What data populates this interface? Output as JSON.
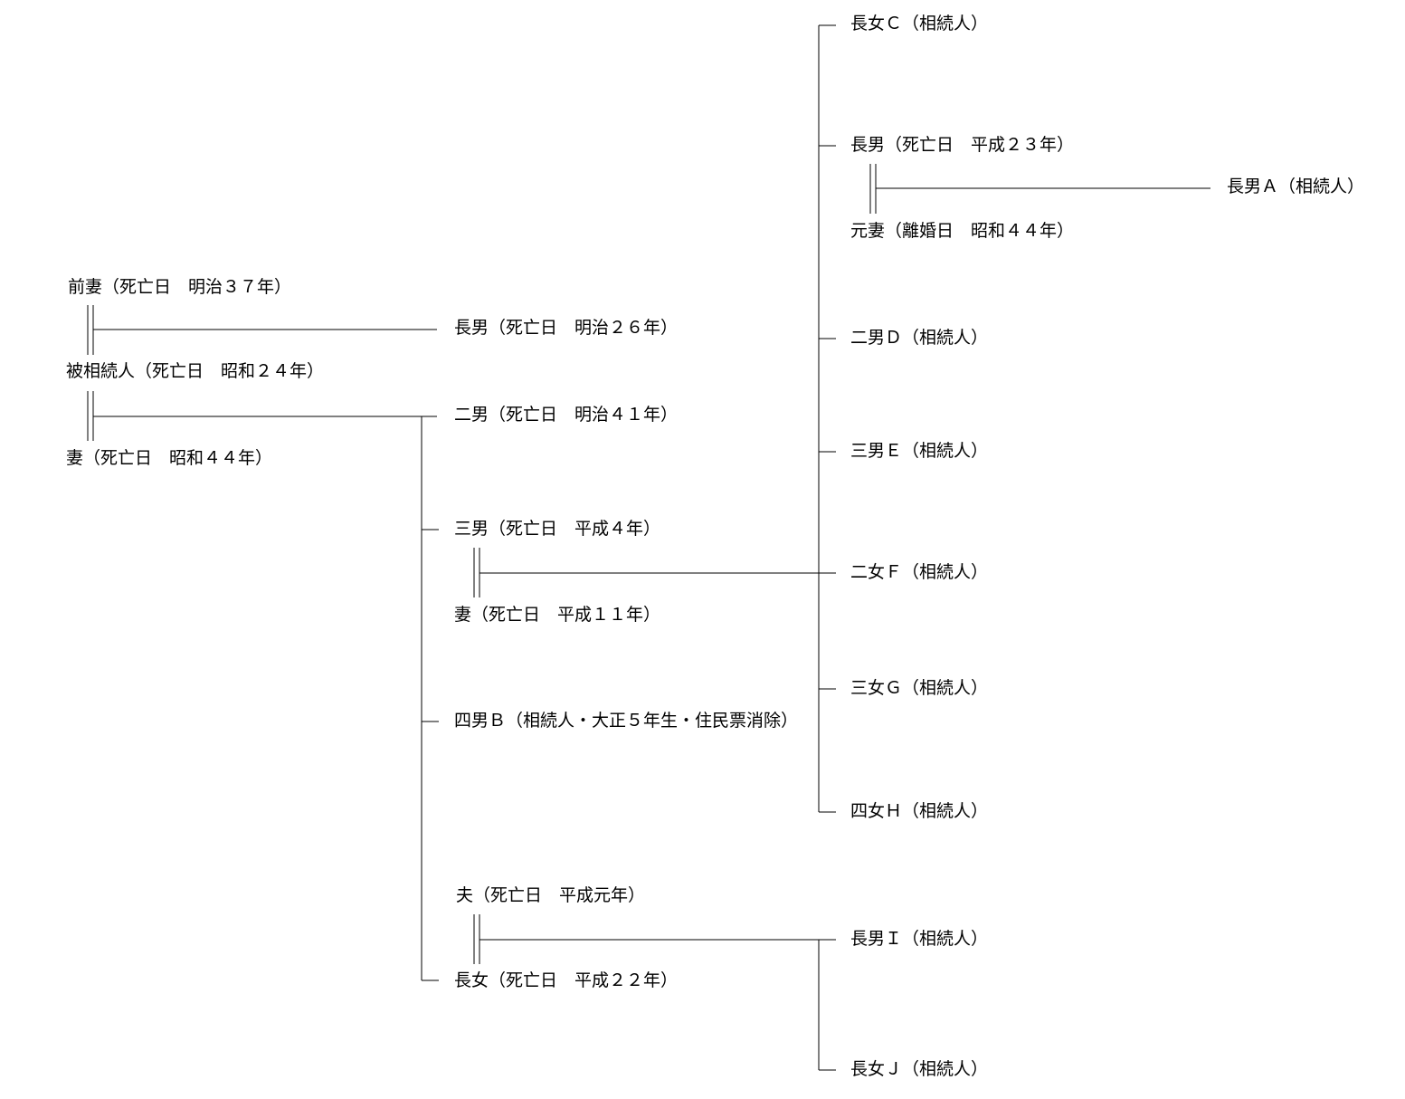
{
  "persons": {
    "former_wife": "前妻（死亡日　明治３７年）",
    "decedent": "被相続人（死亡日　昭和２４年）",
    "wife": "妻（死亡日　昭和４４年）",
    "first_son": "長男（死亡日　明治２６年）",
    "second_son": "二男（死亡日　明治４１年）",
    "third_son": "三男（死亡日　平成４年）",
    "third_son_wife": "妻（死亡日　平成１１年）",
    "fourth_son_b": "四男Ｂ（相続人・大正５年生・住民票消除）",
    "husband": "夫（死亡日　平成元年）",
    "eldest_daughter": "長女（死亡日　平成２２年）",
    "eldest_daughter_c": "長女Ｃ（相続人）",
    "grand_eldest_son": "長男（死亡日　平成２３年）",
    "former_wife_2": "元妻（離婚日　昭和４４年）",
    "eldest_son_a": "長男Ａ（相続人）",
    "second_son_d": "二男Ｄ（相続人）",
    "third_son_e": "三男Ｅ（相続人）",
    "second_daughter_f": "二女Ｆ（相続人）",
    "third_daughter_g": "三女Ｇ（相続人）",
    "fourth_daughter_h": "四女Ｈ（相続人）",
    "eldest_son_i": "長男Ｉ（相続人）",
    "eldest_daughter_j": "長女Ｊ（相続人）"
  },
  "colors": {
    "line": "#000000",
    "text": "#000000",
    "background": "#ffffff"
  }
}
